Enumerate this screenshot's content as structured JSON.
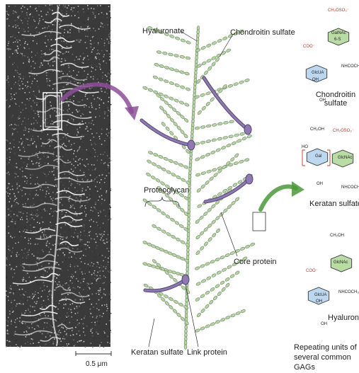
{
  "labels": {
    "hyaluronate": "Hyaluronate",
    "chondroitin_sulfate": "Chondroitin sulfate",
    "proteoglycan": "Proteoglycan",
    "core_protein": "Core protein",
    "keratan_sulfate": "Keratan sulfate",
    "link_protein": "Link protein",
    "scale_bar": "0.5 μm"
  },
  "gag_panel": {
    "chondroitin_caption": "Chondroitin sulfate",
    "keratan_caption": "Keratan sulfate",
    "hyaluronate_caption": "Hyaluronate",
    "footer": "Repeating units of several common GAGs",
    "chem": {
      "ch2oso3": "CH₂OSO₃⁻",
      "galnac": "GalNAc",
      "galnac_pos": "6-S",
      "coo": "COO⁻",
      "glcua": "GlcUA",
      "oh": "OH",
      "nhcoch3": "NHCOCH₃",
      "ch2oh": "CH₂OH",
      "gal": "Gal",
      "glcnac": "GlcNAc",
      "ho": "HO"
    }
  },
  "colors": {
    "gag_green": "#b9d3a8",
    "gag_outline": "#6c8a5c",
    "core_purple": "#8e79b4",
    "arrow_purple": "#8d4e9a",
    "arrow_green": "#4a9a3a",
    "sugar_blue": "#bcd7ee",
    "sugar_green": "#b9dca4"
  }
}
